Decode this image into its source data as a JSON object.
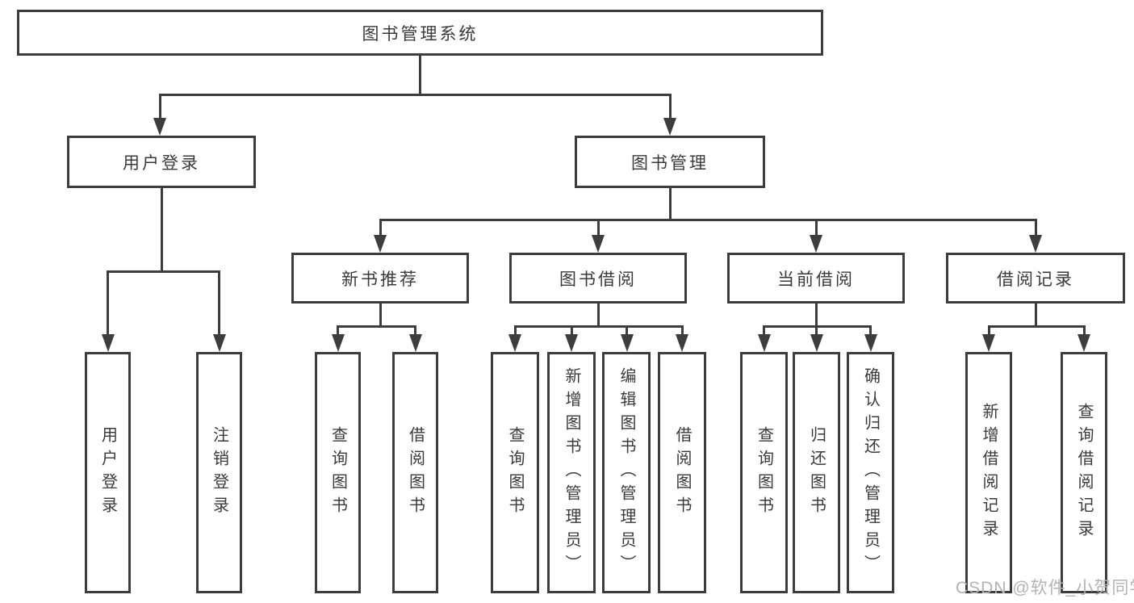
{
  "diagram": {
    "title": "图书管理系统",
    "nodes": {
      "root": "图书管理系统",
      "user_login": "用户登录",
      "book_mgmt": "图书管理",
      "new_book_rec": "新书推荐",
      "book_borrow": "图书借阅",
      "current_borrow": "当前借阅",
      "borrow_records": "借阅记录",
      "ul_user_login": "用户登录",
      "ul_logout": "注销登录",
      "nbr_query_book": "查询图书",
      "nbr_borrow_book": "借阅图书",
      "bb_query_book": "查询图书",
      "bb_add_book": "新增图书（管理员）",
      "bb_edit_book": "编辑图书（管理员）",
      "bb_borrow_book": "借阅图书",
      "cb_query_book": "查询图书",
      "cb_return_book": "归还图书",
      "cb_confirm_return": "确认归还（管理员）",
      "br_add_record": "新增借阅记录",
      "br_query_record": "查询借阅记录"
    },
    "edges": [
      [
        "root",
        "user_login"
      ],
      [
        "root",
        "book_mgmt"
      ],
      [
        "user_login",
        "ul_user_login"
      ],
      [
        "user_login",
        "ul_logout"
      ],
      [
        "book_mgmt",
        "new_book_rec"
      ],
      [
        "book_mgmt",
        "book_borrow"
      ],
      [
        "book_mgmt",
        "current_borrow"
      ],
      [
        "book_mgmt",
        "borrow_records"
      ],
      [
        "new_book_rec",
        "nbr_query_book"
      ],
      [
        "new_book_rec",
        "nbr_borrow_book"
      ],
      [
        "book_borrow",
        "bb_query_book"
      ],
      [
        "book_borrow",
        "bb_add_book"
      ],
      [
        "book_borrow",
        "bb_edit_book"
      ],
      [
        "book_borrow",
        "bb_borrow_book"
      ],
      [
        "current_borrow",
        "cb_query_book"
      ],
      [
        "current_borrow",
        "cb_return_book"
      ],
      [
        "current_borrow",
        "cb_confirm_return"
      ],
      [
        "borrow_records",
        "br_add_record"
      ],
      [
        "borrow_records",
        "br_query_record"
      ]
    ]
  },
  "watermark": {
    "text": "CSDN @软件_小贺同学"
  },
  "colors": {
    "line": "#3d3d3d",
    "text": "#3a3a3a",
    "background": "#ffffff",
    "watermark": "#b3b3b3"
  }
}
